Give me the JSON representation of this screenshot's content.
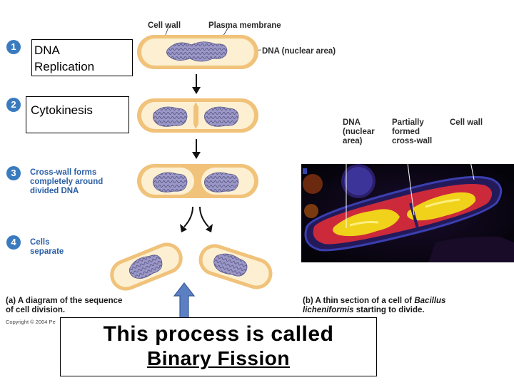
{
  "labels": {
    "cell_wall": "Cell wall",
    "plasma_membrane": "Plasma membrane",
    "dna_nuclear_area": "DNA (nuclear area)",
    "dna_micro": [
      "DNA",
      "(nuclear",
      "area)"
    ],
    "partially_formed": [
      "Partially",
      "formed",
      "cross-wall"
    ],
    "cell_wall_micro": "Cell wall"
  },
  "steps": [
    {
      "num": "1",
      "text": ""
    },
    {
      "num": "2",
      "text": ""
    },
    {
      "num": "3",
      "text": [
        "Cross-wall forms",
        "completely around",
        "divided DNA"
      ]
    },
    {
      "num": "4",
      "text": [
        "Cells",
        "separate"
      ]
    }
  ],
  "overlays": {
    "dna_replication": [
      "DNA",
      "Replication"
    ],
    "cytokinesis": "Cytokinesis",
    "conclusion_line1": "This process is called",
    "conclusion_line2": "Binary Fission"
  },
  "captions": {
    "a_tag": "(a)",
    "a_line1": "A diagram of the sequence",
    "a_line2": "of cell division.",
    "b_tag": "(b)",
    "b_line1_pre": "A thin section of a cell of ",
    "b_line1_italic": "Bacillus",
    "b_line2_italic": "licheniformis",
    "b_line2_post": " starting to divide.",
    "copyright": "Copyright © 2004 Pe"
  },
  "colors": {
    "step_blue": "#3a7bbf",
    "cell_wall": "#f2c97d",
    "cytoplasm": "#fdf3d8",
    "dna": "#8a88b8",
    "arrow_blue": "#5b7fc2"
  }
}
